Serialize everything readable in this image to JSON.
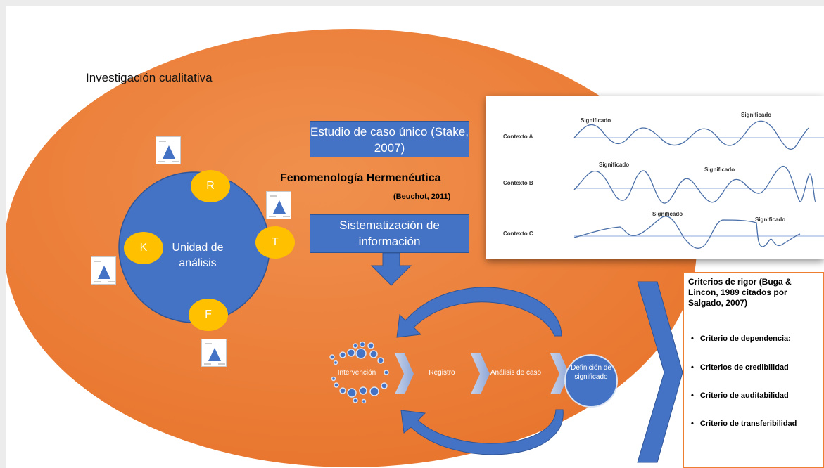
{
  "title": "Investigación cualitativa",
  "estudio_box": "Estudio de caso único (Stake, 2007)",
  "fenomenologia": "Fenomenología Hermenéutica",
  "beuchot": "(Beuchot, 2011)",
  "sistematizacion_box": "Sistematización de información",
  "unidad": "Unidad de análisis",
  "nodes": {
    "r": "R",
    "t": "T",
    "k": "K",
    "f": "F"
  },
  "flow": {
    "intervencion": "Intervención",
    "registro": "Registro",
    "analisis": "Análisis de caso",
    "definicion": "Definición de significado"
  },
  "contexts": {
    "a": "Contexto A",
    "b": "Contexto B",
    "c": "Contexto C",
    "significado": "Significado"
  },
  "criteria": {
    "title": "Criterios de rigor (Buga & Lincon, 1989 citados por Salgado, 2007)",
    "items": [
      "Criterio de dependencia:",
      "Criterios de credibilidad",
      "Criterio de auditabilidad",
      "Criterio de transferibilidad"
    ]
  },
  "colors": {
    "ellipse": "#ed7d31",
    "box": "#4472c4",
    "node": "#ffc000",
    "arrow": "#2f5597"
  }
}
